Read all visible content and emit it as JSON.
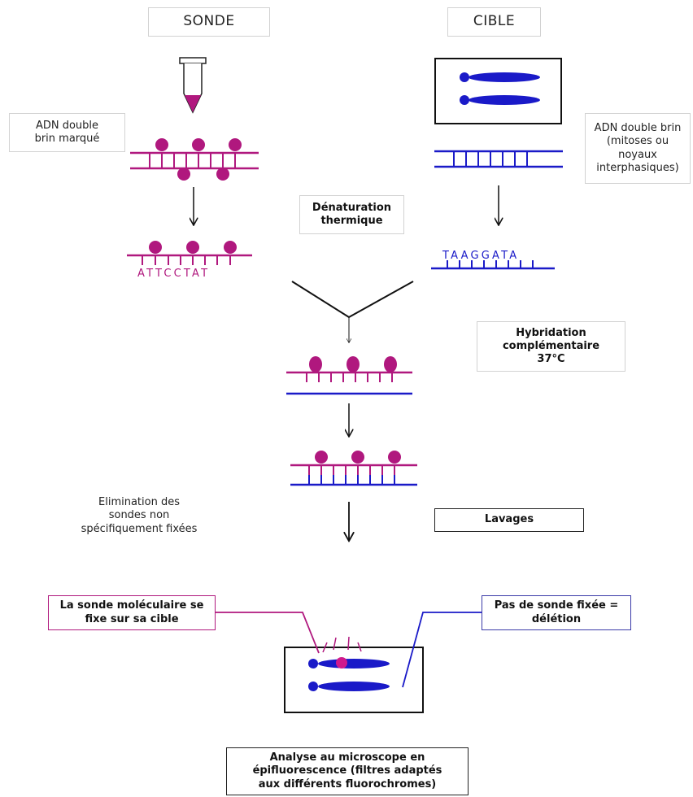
{
  "headers": {
    "sonde": "SONDE",
    "cible": "CIBLE"
  },
  "labels": {
    "probe_dna": "ADN double brin marqué",
    "target_dna": "ADN double brin (mitoses ou noyaux interphasiques)",
    "denaturation": "Dénaturation thermique",
    "hybridization": "Hybridation complémentaire 37°C",
    "elimination": "Elimination des sondes non spécifiquement fixées",
    "washes": "Lavages",
    "probe_binds": "La sonde moléculaire se fixe sur sa cible",
    "no_probe": "Pas de sonde fixée = délétion",
    "analysis": "Analyse au microscope en épifluorescence (filtres adaptés aux différents fluorochromes)"
  },
  "sequences": {
    "probe": "ATTCCTAT",
    "target": "TAAGGATA"
  },
  "colors": {
    "probe": "#b0187e",
    "target": "#1a1ac8",
    "line": "#111111"
  }
}
